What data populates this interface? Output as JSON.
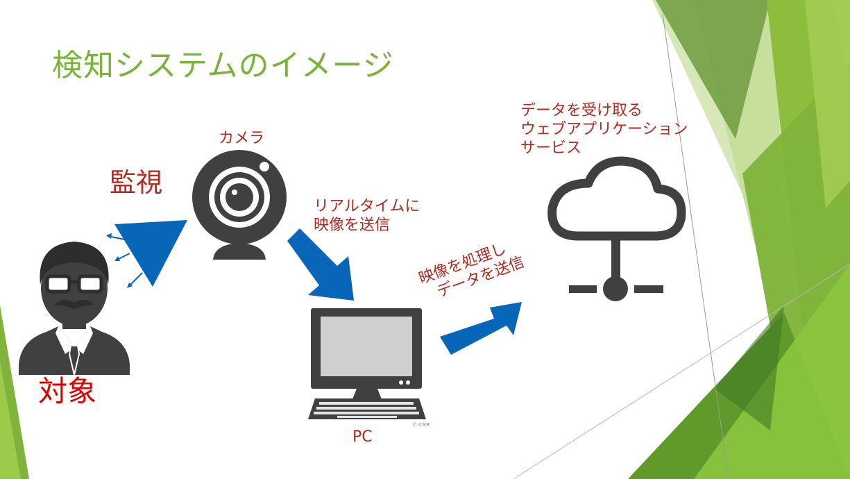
{
  "slide": {
    "title": "検知システムのイメージ"
  },
  "labels": {
    "camera": "カメラ",
    "monitor": "監視",
    "target": "対象",
    "realtime_line1": "リアルタイムに",
    "realtime_line2": "映像を送信",
    "process_line1": "映像を処理し",
    "process_line2": "データを送信",
    "service_line1": "データを受け取る",
    "service_line2": "ウェブアプリケーション",
    "service_line3": "サービス",
    "pc": "PC",
    "copyright": "© ClkR"
  },
  "colors": {
    "title": "#7ab33a",
    "label_red": "#b5291f",
    "arrow_blue": "#0766b8",
    "icon_gray": "#404040",
    "green_dark": "#4e8a2e",
    "green_mid": "#7fb33a",
    "green_light": "#cfe3a8"
  },
  "icons": {
    "person": "person-with-glasses-mustache-icon",
    "camera": "webcam-icon",
    "pc": "desktop-computer-icon",
    "cloud": "cloud-network-icon"
  }
}
